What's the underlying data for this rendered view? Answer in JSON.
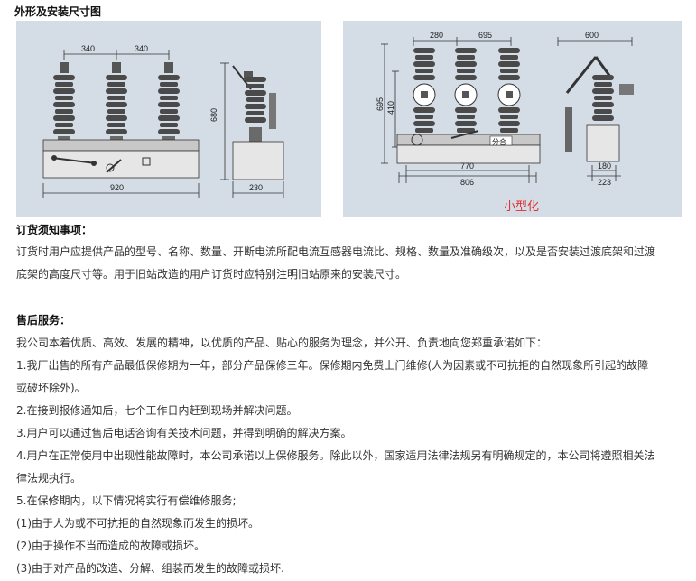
{
  "section_title": "外形及安装尺寸图",
  "left_diagram": {
    "dims": {
      "pitch1": "340",
      "pitch2": "340",
      "width": "920",
      "height": "680",
      "depth": "230"
    }
  },
  "right_diagram": {
    "dims": {
      "pitch1": "280",
      "pitch2": "695",
      "side_width": "600",
      "height_total": "695",
      "height_upper": "410",
      "width_inner": "770",
      "width_total": "806",
      "base_a": "180",
      "base_b": "223"
    },
    "label_plate": "分合",
    "caption": "小型化"
  },
  "order_notice": {
    "title": "订货须知事项：",
    "lines": [
      "订货时用户应提供产品的型号、名称、数量、开断电流所配电流互感器电流比、规格、数量及准确级次，以及是否安装过渡底架和过渡",
      "底架的高度尺寸等。用于旧站改造的用户订货时应特别注明旧站原来的安装尺寸。"
    ]
  },
  "after_sales": {
    "title": "售后服务：",
    "lines": [
      "我公司本着优质、高效、发展的精神，以优质的产品、贴心的服务为理念，并公开、负责地向您郑重承诺如下：",
      "1.我厂出售的所有产品最低保修期为一年，部分产品保修三年。保修期内免费上门维修(人为因素或不可抗拒的自然现象所引起的故障",
      "或破坏除外)。",
      "2.在接到报修通知后，七个工作日内赶到现场并解决问题。",
      "3.用户可以通过售后电话咨询有关技术问题，并得到明确的解决方案。",
      "4.用户在正常使用中出现性能故障时，本公司承诺以上保修服务。除此以外，国家适用法律法规另有明确规定的，本公司将遵照相关法",
      "律法规执行。",
      "5.在保修期内，以下情况将实行有偿维修服务;",
      "(1)由于人为或不可抗拒的自然现象而发生的损坏。",
      "(2)由于操作不当而造成的故障或损坏。",
      "(3)由于对产品的改造、分解、组装而发生的故障或损坏."
    ]
  }
}
